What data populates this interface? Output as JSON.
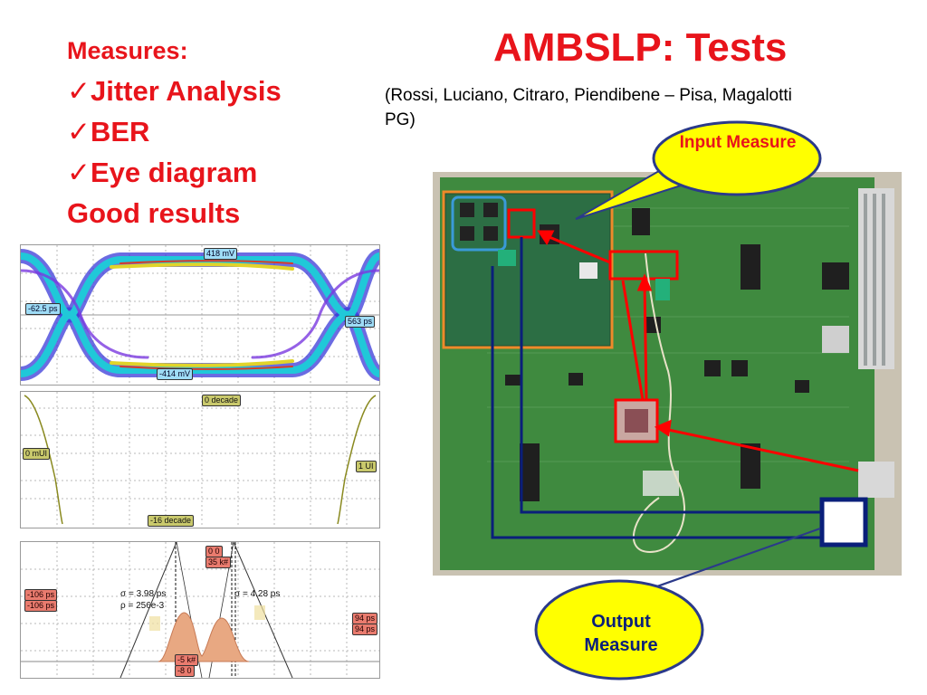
{
  "slide": {
    "title": "AMBSLP:  Tests",
    "authors": "(Rossi, Luciano, Citraro, Piendibene – Pisa, Magalotti PG)"
  },
  "measures": {
    "header": "Measures:",
    "check_glyph": "✓",
    "items": [
      "Jitter Analysis",
      "BER",
      "Eye diagram"
    ],
    "summary": "Good results"
  },
  "eye_diagram": {
    "top_amplitude": "418 mV",
    "bottom_amplitude": "-414 mV",
    "left_time": "-62.5 ps",
    "right_time": "563 ps"
  },
  "bathtub": {
    "top_label": "0 decade",
    "bottom_label": "-16 decade",
    "left_label": "0 mUI",
    "right_label": "1 UI"
  },
  "histogram": {
    "top_tag_1": "0 0",
    "top_tag_2": "35 k#",
    "left_tag_1": "-106 ps",
    "left_tag_2": "-106 ps",
    "right_tag_1": "94 ps",
    "right_tag_2": "94 ps",
    "sigma_left": "σ = 3.98 ps",
    "rho": "ρ = 256e-3",
    "sigma_right": "σ = 4.28 ps",
    "bottom_tag_1": "-5 k#",
    "bottom_tag_2": "-8 0"
  },
  "callouts": {
    "input": "Input Measure",
    "output": "Output Measure"
  },
  "colors": {
    "title_red": "#e8141b",
    "bubble_yellow": "#ffff00",
    "bubble_border": "#2b3a8a",
    "annotation_red": "#ff0000",
    "annotation_navy": "#0a1f7a",
    "pcb_green": "#3d8a3d"
  }
}
